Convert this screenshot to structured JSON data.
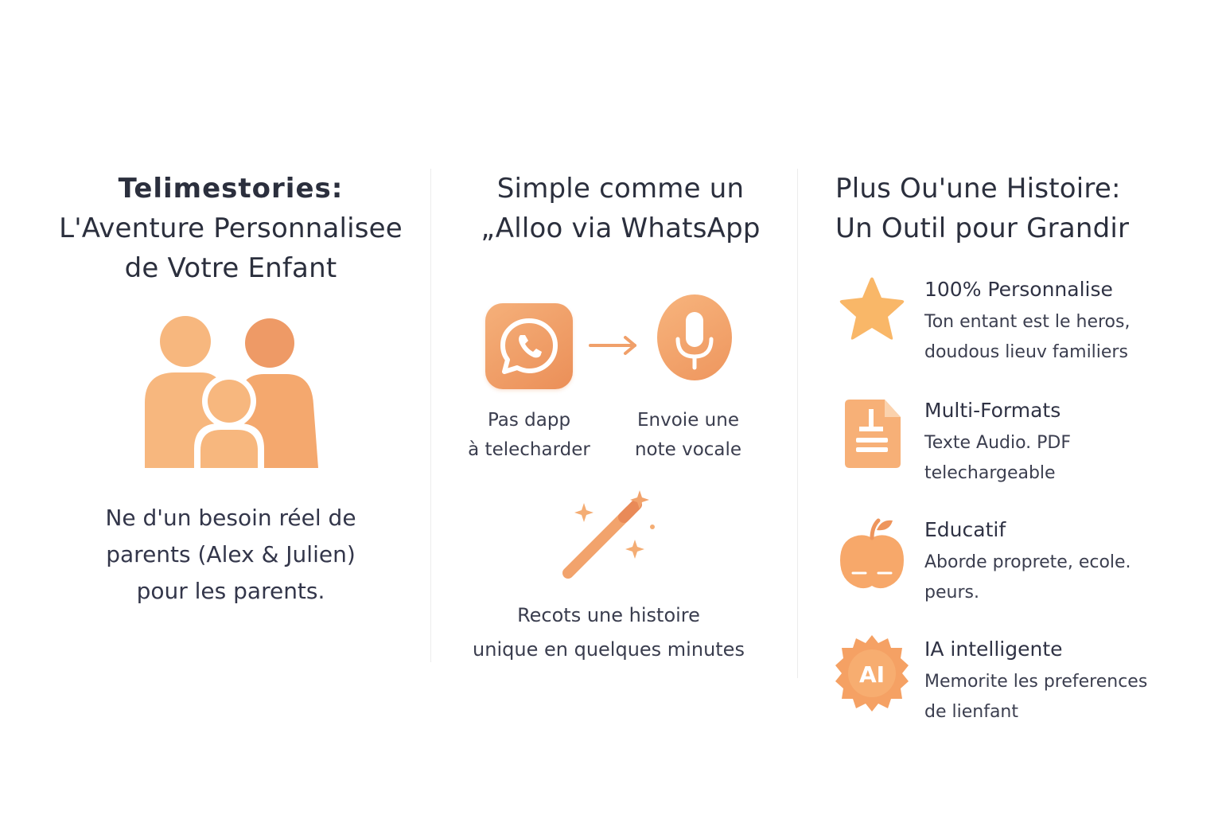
{
  "columns": {
    "brand": {
      "title_lines": [
        "Telimestories:",
        "L'Aventure Personnalisee",
        "de Votre Enfant"
      ],
      "icon": "family-icon",
      "text_lines": [
        "Ne d'un besoin réel de",
        "parents (Alex & Julien)",
        "pour les parents."
      ]
    },
    "how": {
      "title_lines": [
        "Simple comme un",
        "„Alloo via WhatsApp"
      ],
      "steps": [
        {
          "icon": "whatsapp-icon",
          "lines": [
            "Pas dapp",
            "à telecharder"
          ]
        },
        {
          "icon": "microphone-icon",
          "lines": [
            "Envoie une",
            "note vocale"
          ]
        },
        {
          "icon": "magic-wand-icon",
          "lines": [
            "Recots une histoire",
            "unique en quelques minutes"
          ]
        }
      ],
      "arrow_icon": "arrow-right-icon"
    },
    "benefits": {
      "title_lines": [
        "Plus Ou'une Histoire:",
        "Un Outil pour Grandir"
      ],
      "features": [
        {
          "icon": "star-icon",
          "title": "100% Personnalise",
          "desc_lines": [
            "Ton entant est le heros,",
            "doudous  lieuv familiers"
          ]
        },
        {
          "icon": "document-icon",
          "title": "Multi-Formats",
          "desc_lines": [
            "Texte  Audio. PDF",
            "telechargeable"
          ]
        },
        {
          "icon": "apple-icon",
          "title": "Educatif",
          "desc_lines": [
            "Aborde proprete, ecole.",
            "peurs."
          ]
        },
        {
          "icon": "ai-badge-icon",
          "title": "IA intelligente",
          "desc_lines": [
            "Memorite les preferences",
            "de lienfant"
          ],
          "badge_text": "AI"
        }
      ]
    }
  },
  "colors": {
    "accent_light": "#f7b77e",
    "accent": "#ee965e",
    "accent_dark": "#e98a58",
    "text": "#2b2f3d",
    "divider": "#ececec"
  }
}
